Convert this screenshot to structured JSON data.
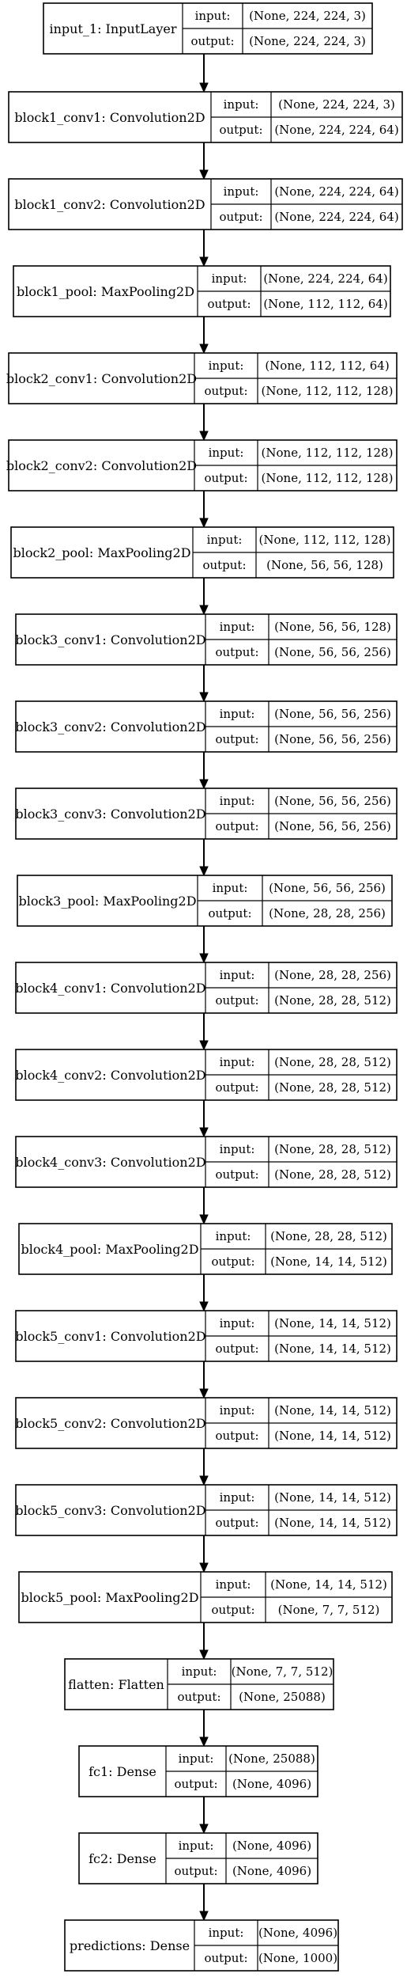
{
  "io_labels": {
    "input": "input:",
    "output": "output:"
  },
  "layers": [
    {
      "name": "input_1: InputLayer",
      "input": "(None, 224, 224, 3)",
      "output": "(None, 224, 224, 3)"
    },
    {
      "name": "block1_conv1: Convolution2D",
      "input": "(None, 224, 224, 3)",
      "output": "(None, 224, 224, 64)"
    },
    {
      "name": "block1_conv2: Convolution2D",
      "input": "(None, 224, 224, 64)",
      "output": "(None, 224, 224, 64)"
    },
    {
      "name": "block1_pool: MaxPooling2D",
      "input": "(None, 224, 224, 64)",
      "output": "(None, 112, 112, 64)"
    },
    {
      "name": "block2_conv1: Convolution2D",
      "input": "(None, 112, 112, 64)",
      "output": "(None, 112, 112, 128)"
    },
    {
      "name": "block2_conv2: Convolution2D",
      "input": "(None, 112, 112, 128)",
      "output": "(None, 112, 112, 128)"
    },
    {
      "name": "block2_pool: MaxPooling2D",
      "input": "(None, 112, 112, 128)",
      "output": "(None, 56, 56, 128)"
    },
    {
      "name": "block3_conv1: Convolution2D",
      "input": "(None, 56, 56, 128)",
      "output": "(None, 56, 56, 256)"
    },
    {
      "name": "block3_conv2: Convolution2D",
      "input": "(None, 56, 56, 256)",
      "output": "(None, 56, 56, 256)"
    },
    {
      "name": "block3_conv3: Convolution2D",
      "input": "(None, 56, 56, 256)",
      "output": "(None, 56, 56, 256)"
    },
    {
      "name": "block3_pool: MaxPooling2D",
      "input": "(None, 56, 56, 256)",
      "output": "(None, 28, 28, 256)"
    },
    {
      "name": "block4_conv1: Convolution2D",
      "input": "(None, 28, 28, 256)",
      "output": "(None, 28, 28, 512)"
    },
    {
      "name": "block4_conv2: Convolution2D",
      "input": "(None, 28, 28, 512)",
      "output": "(None, 28, 28, 512)"
    },
    {
      "name": "block4_conv3: Convolution2D",
      "input": "(None, 28, 28, 512)",
      "output": "(None, 28, 28, 512)"
    },
    {
      "name": "block4_pool: MaxPooling2D",
      "input": "(None, 28, 28, 512)",
      "output": "(None, 14, 14, 512)"
    },
    {
      "name": "block5_conv1: Convolution2D",
      "input": "(None, 14, 14, 512)",
      "output": "(None, 14, 14, 512)"
    },
    {
      "name": "block5_conv2: Convolution2D",
      "input": "(None, 14, 14, 512)",
      "output": "(None, 14, 14, 512)"
    },
    {
      "name": "block5_conv3: Convolution2D",
      "input": "(None, 14, 14, 512)",
      "output": "(None, 14, 14, 512)"
    },
    {
      "name": "block5_pool: MaxPooling2D",
      "input": "(None, 14, 14, 512)",
      "output": "(None, 7, 7, 512)"
    },
    {
      "name": "flatten: Flatten",
      "input": "(None, 7, 7, 512)",
      "output": "(None, 25088)"
    },
    {
      "name": "fc1: Dense",
      "input": "(None, 25088)",
      "output": "(None, 4096)"
    },
    {
      "name": "fc2: Dense",
      "input": "(None, 4096)",
      "output": "(None, 4096)"
    },
    {
      "name": "predictions: Dense",
      "input": "(None, 4096)",
      "output": "(None, 1000)"
    }
  ]
}
